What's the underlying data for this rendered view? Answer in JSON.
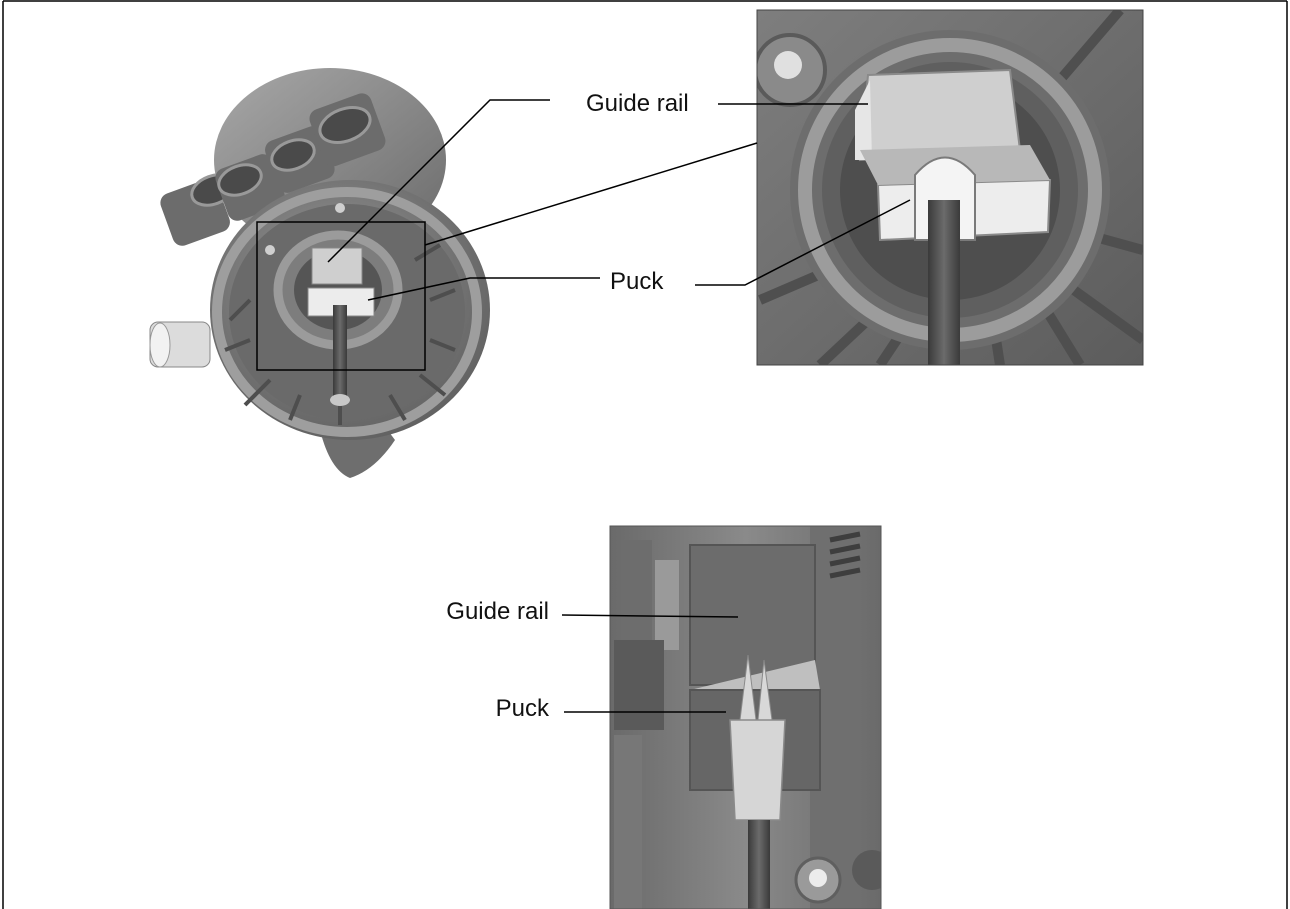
{
  "figure": {
    "top_view": {
      "labels": {
        "guide_rail": "Guide rail",
        "puck": "Puck"
      }
    },
    "side_view": {
      "labels": {
        "guide_rail": "Guide rail",
        "puck": "Puck"
      }
    }
  },
  "colors": {
    "frame": "#000000",
    "dark_metal": "#5f5f5f",
    "mid_metal": "#7a7a7a",
    "light_metal": "#a8a8a8",
    "highlight": "#d9d9d9",
    "white_part": "#eeeeee"
  }
}
